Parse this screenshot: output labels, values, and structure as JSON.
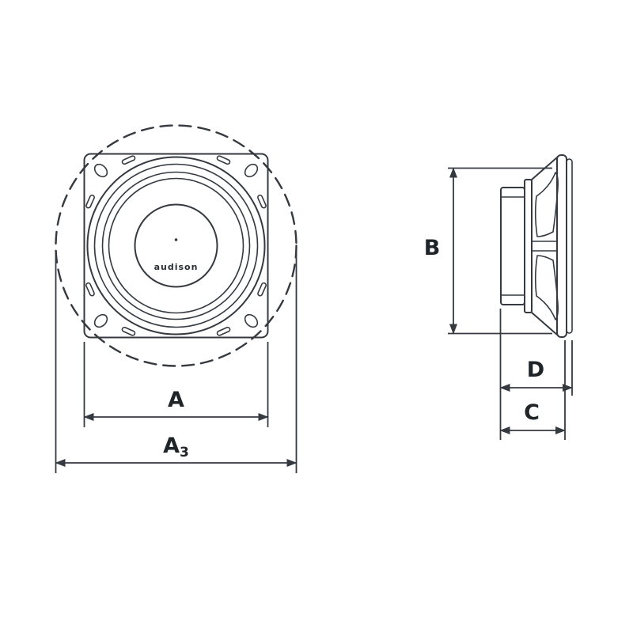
{
  "diagram": {
    "title": "speaker-dimension-drawing",
    "front_view": {
      "brand_label": "audison",
      "dim_a_label": "A",
      "dim_a3_label": "A",
      "dim_a3_sub": "3"
    },
    "side_view": {
      "dim_b_label": "B",
      "dim_d_label": "D",
      "dim_c_label": "C"
    },
    "colors": {
      "line": "#343a40",
      "label_text": "#1f2428",
      "background": "#ffffff"
    }
  }
}
